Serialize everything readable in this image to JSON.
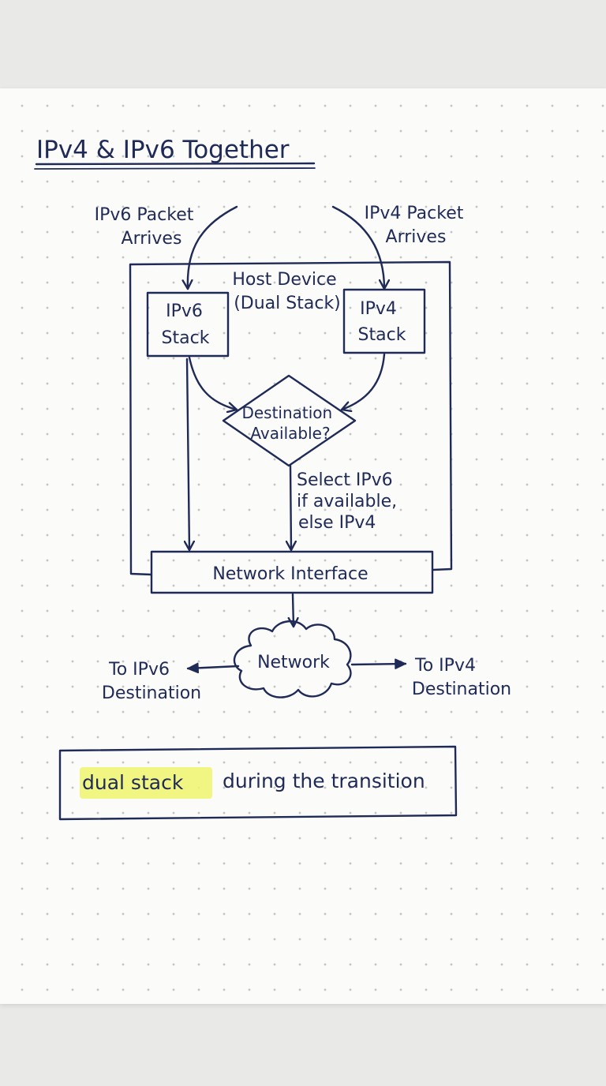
{
  "title": "IPv4 & IPv6 Together",
  "inputs": {
    "ipv6_arrives": [
      "IPv6 Packet",
      "Arrives"
    ],
    "ipv4_arrives": [
      "IPv4 Packet",
      "Arrives"
    ]
  },
  "host": {
    "label": [
      "Host Device",
      "(Dual Stack)"
    ],
    "ipv6_stack": [
      "IPv6",
      "Stack"
    ],
    "ipv4_stack": [
      "IPv4",
      "Stack"
    ]
  },
  "decision": {
    "label": [
      "Destination",
      "Available?"
    ],
    "note": [
      "Select IPv6",
      "if available,",
      "else IPv4"
    ]
  },
  "network_interface": "Network Interface",
  "network": "Network",
  "outputs": {
    "ipv6_dest": [
      "To IPv6",
      "Destination"
    ],
    "ipv4_dest": [
      "To IPv4",
      "Destination"
    ]
  },
  "footer": {
    "highlight": "dual stack",
    "rest": "during the transition"
  },
  "colors": {
    "ink": "#1f2a57",
    "highlight": "#eef56d",
    "paper": "#fbfbfa"
  }
}
